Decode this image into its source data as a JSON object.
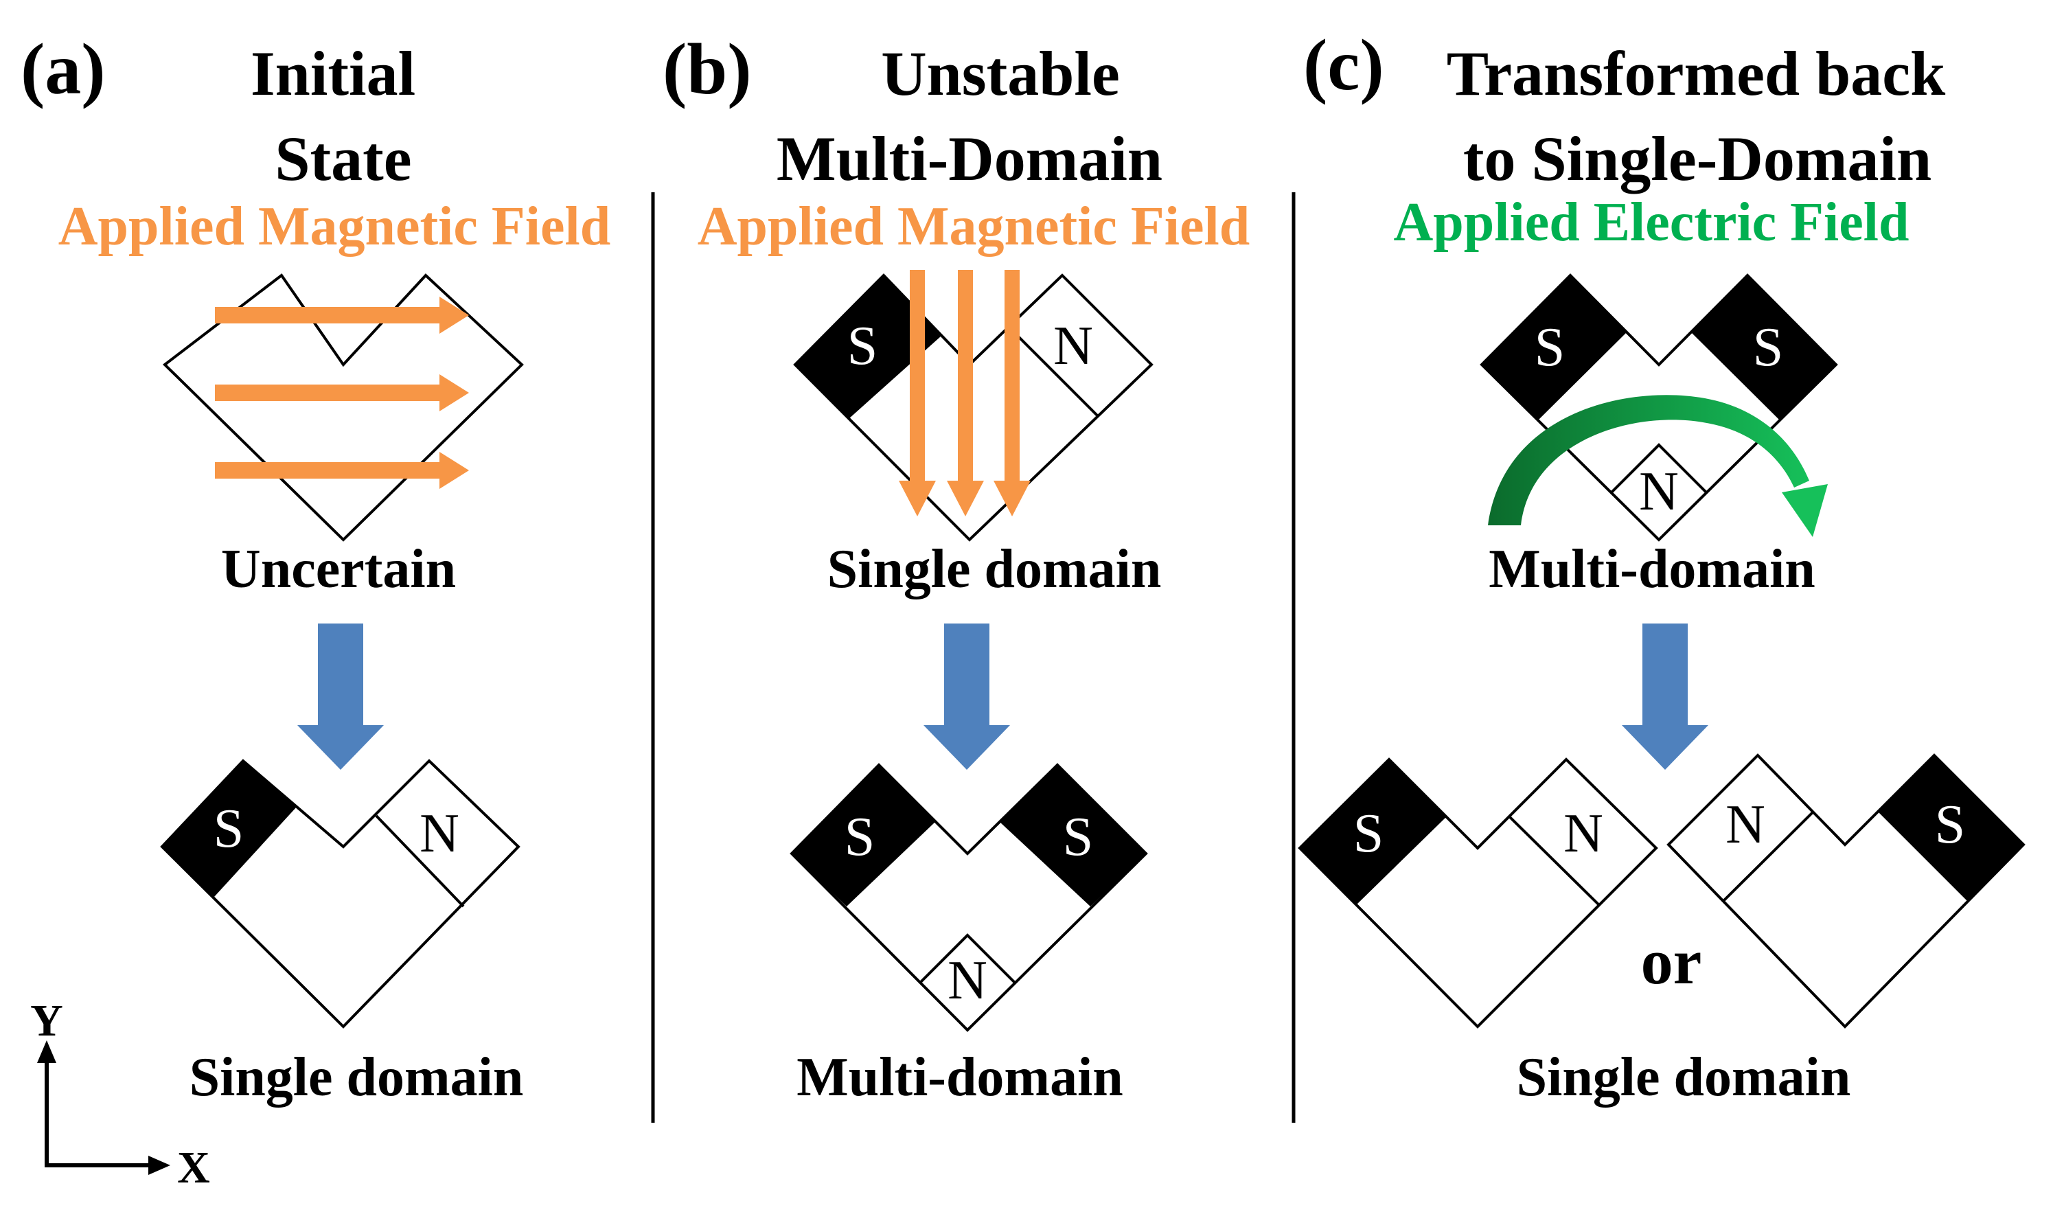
{
  "panels": {
    "a": {
      "letter": "(a)",
      "title_line1": "Initial",
      "title_line2": "State",
      "field": "Applied Magnetic Field",
      "before_state": "Uncertain",
      "after_state": "Single domain",
      "after_south": "S",
      "after_north": "N"
    },
    "b": {
      "letter": "(b)",
      "title_line1": "Unstable",
      "title_line2": "Multi-Domain",
      "field": "Applied Magnetic Field",
      "before_south": "S",
      "before_north": "N",
      "before_state": "Single domain",
      "after_south_left": "S",
      "after_south_right": "S",
      "after_north": "N",
      "after_state": "Multi-domain"
    },
    "c": {
      "letter": "(c)",
      "title_line1": "Transformed back",
      "title_line2": "to Single-Domain",
      "field": "Applied Electric Field",
      "before_south_left": "S",
      "before_south_right": "S",
      "before_north": "N",
      "before_state": "Multi-domain",
      "option1_south": "S",
      "option1_north": "N",
      "separator": "or",
      "option2_north": "N",
      "option2_south": "S",
      "after_state": "Single domain"
    }
  },
  "axes": {
    "y_label": "Y",
    "x_label": "X"
  },
  "colors": {
    "magnetic_field": "#F79646",
    "electric_field": "#00B050",
    "transition_arrow": "#4F81BD",
    "pole_fill": "#000000",
    "pole_text_on_black": "#FFFFFF"
  },
  "icons": {
    "field_arrow": "arrow-icon",
    "transition": "down-arrow-icon",
    "rotation": "curved-arrow-icon"
  }
}
